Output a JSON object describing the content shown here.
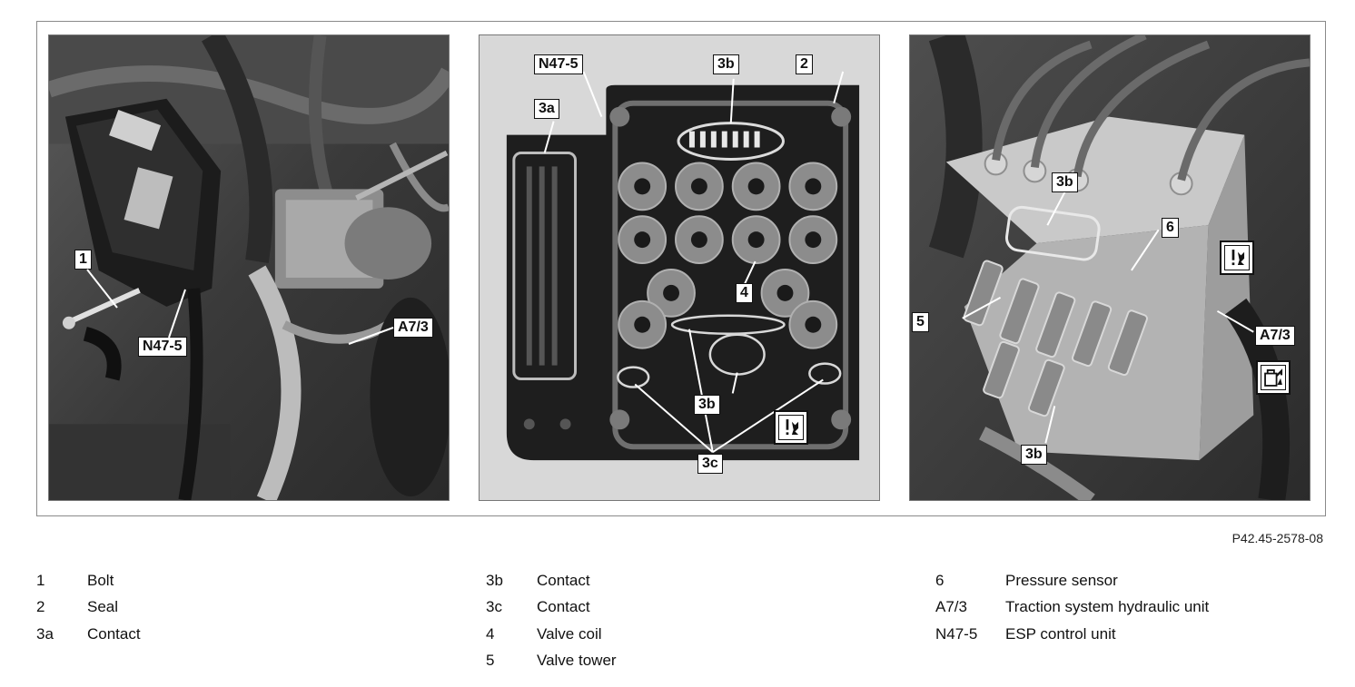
{
  "panels": [
    {
      "callouts": [
        "1",
        "N47-5",
        "A7/3"
      ]
    },
    {
      "callouts": [
        "N47-5",
        "3b",
        "2",
        "3a",
        "4",
        "3b",
        "3c"
      ]
    },
    {
      "callouts": [
        "3b",
        "6",
        "5",
        "A7/3",
        "3b"
      ]
    }
  ],
  "icons": [
    "workshop-warning-icon",
    "workshop-warning-icon",
    "fluid-can-icon"
  ],
  "figure_ref": "P42.45-2578-08",
  "legend": {
    "col1": [
      {
        "key": "1",
        "label": "Bolt"
      },
      {
        "key": "2",
        "label": "Seal"
      },
      {
        "key": "3a",
        "label": "Contact"
      }
    ],
    "col2": [
      {
        "key": "3b",
        "label": "Contact"
      },
      {
        "key": "3c",
        "label": "Contact"
      },
      {
        "key": "4",
        "label": "Valve coil"
      },
      {
        "key": "5",
        "label": "Valve tower"
      }
    ],
    "col3": [
      {
        "key": "6",
        "label": "Pressure sensor"
      },
      {
        "key": "A7/3",
        "label": "Traction system hydraulic unit"
      },
      {
        "key": "N47-5",
        "label": "ESP control unit"
      }
    ]
  }
}
